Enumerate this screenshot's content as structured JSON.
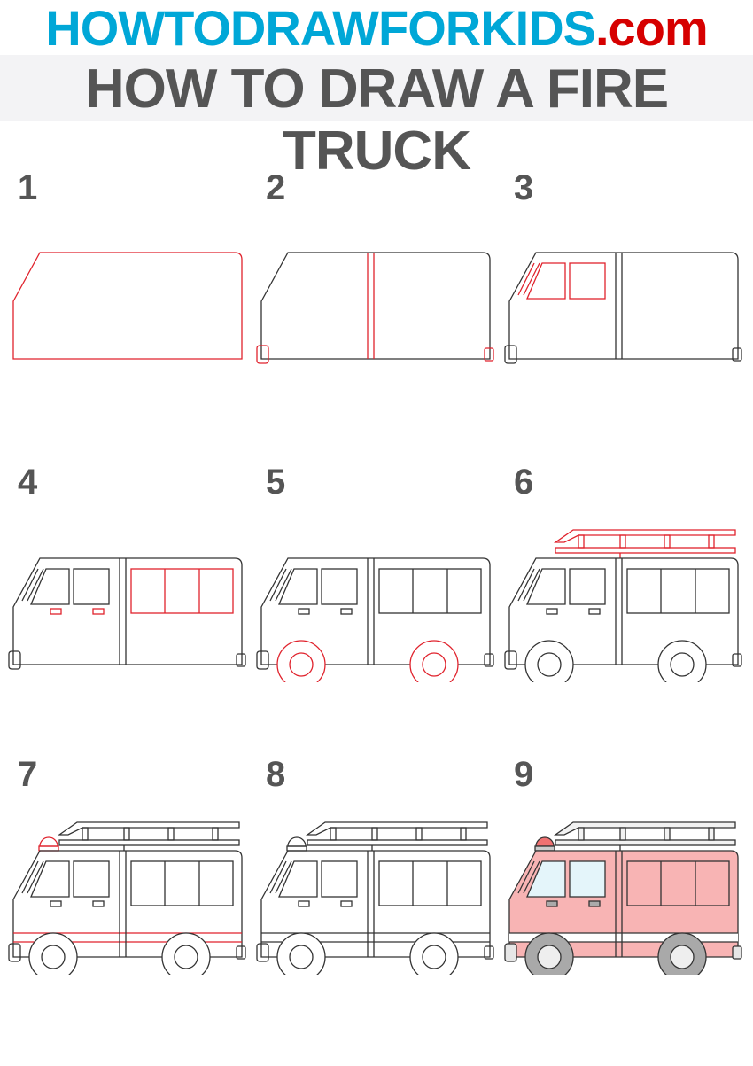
{
  "header": {
    "site_name": "HOWTODRAWFORKIDS",
    "site_tld": ".com",
    "title": "HOW TO DRAW A FIRE TRUCK"
  },
  "steps": [
    {
      "label": "1"
    },
    {
      "label": "2"
    },
    {
      "label": "3"
    },
    {
      "label": "4"
    },
    {
      "label": "5"
    },
    {
      "label": "6"
    },
    {
      "label": "7"
    },
    {
      "label": "8"
    },
    {
      "label": "9"
    }
  ],
  "colors": {
    "site": "#00a7d7",
    "tld": "#d60000",
    "title": "#555555",
    "new_line": "#e0222c",
    "line": "#333333",
    "body": "#f8b4b4",
    "window": "#e4f5fa",
    "wheel": "#a9a9a9",
    "hub": "#eeeeee",
    "beacon": "#f07272",
    "bumper": "#e6e6e6"
  }
}
